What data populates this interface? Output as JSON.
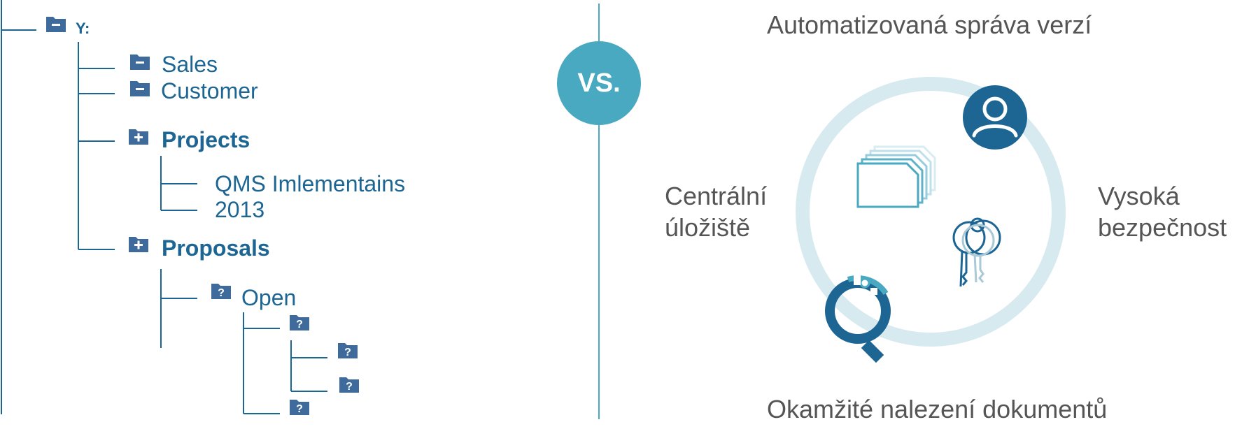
{
  "tree": {
    "drive": "Y:",
    "items": [
      "Sales",
      "Customer",
      "Projects",
      "QMS Imlementains",
      "2013",
      "Proposals",
      "Open"
    ]
  },
  "vs_label": "VS.",
  "features": {
    "top": "Automatizovaná správa verzí",
    "left": "Centrální\núložiště",
    "right": "Vysoká\nbezpečnost",
    "bottom": "Okamžité nalezení dokumentů"
  },
  "colors": {
    "tree": "#1d6694",
    "folder_icon": "#3e6a9c",
    "vs_circle": "#49a9c1",
    "ring": "#d6eaf0",
    "text_gray": "#555555"
  }
}
